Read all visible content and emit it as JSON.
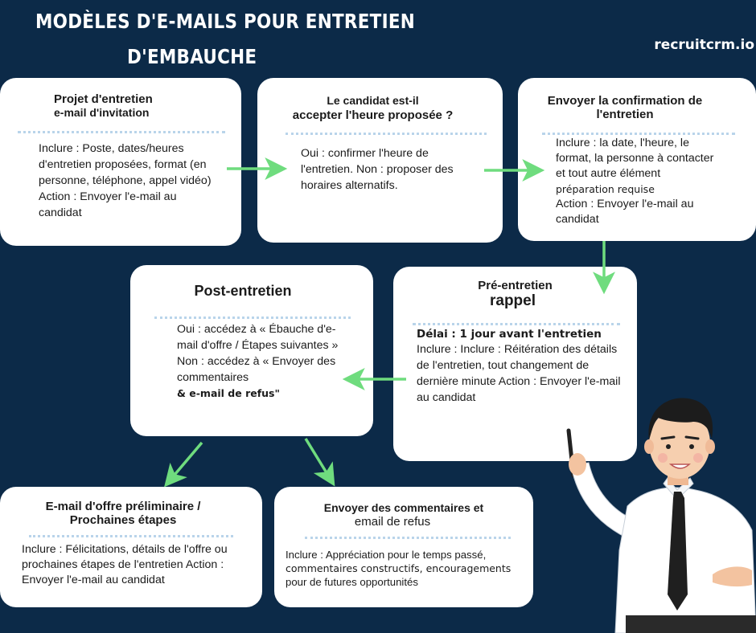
{
  "title": {
    "line1": "MODÈLES D'E-MAILS POUR ENTRETIEN",
    "line2": "D'EMBAUCHE"
  },
  "brand": "recruitcrm.io",
  "colors": {
    "background": "#0c2a48",
    "card": "#ffffff",
    "arrow": "#6fdc7e",
    "separator": "#b9d4ea"
  },
  "cards": {
    "invitation": {
      "title_line1": "Projet d'entretien",
      "title_line2": "e-mail d'invitation",
      "body": "Inclure : Poste, dates/heures d'entretien proposées, format (en personne, téléphone, appel vidéo) Action : Envoyer l'e-mail au candidat"
    },
    "acceptance": {
      "title_line1": "Le candidat est-il",
      "title_line2": "accepter l'heure proposée ?",
      "body": "Oui : confirmer l'heure de l'entretien. Non : proposer des horaires alternatifs."
    },
    "confirmation": {
      "title_line1": "Envoyer la confirmation de",
      "title_line2": "l'entretien",
      "body_line1": "Inclure : la date, l'heure, le format, la personne à contacter et tout autre élément",
      "body_line2": "préparation requise",
      "body_line3": "Action : Envoyer l'e-mail au candidat"
    },
    "reminder": {
      "title_line1": "Pré-entretien",
      "title_line2": "rappel",
      "delay": "Délai : 1 jour avant l'entretien",
      "body": "Inclure : Inclure : Réitération des détails de l'entretien, tout changement de dernière minute Action : Envoyer l'e-mail au candidat"
    },
    "post": {
      "title": "Post-entretien",
      "body": "Oui : accédez à « Ébauche d'e-mail d'offre / Étapes suivantes » Non : accédez à « Envoyer des commentaires",
      "body_end": "& e-mail de refus\""
    },
    "offer": {
      "title_line1": "E-mail d'offre préliminaire /",
      "title_line2": "Prochaines étapes",
      "body": "Inclure : Félicitations, détails de l'offre ou prochaines étapes de l'entretien Action : Envoyer l'e-mail au candidat"
    },
    "rejection": {
      "title_line1": "Envoyer des commentaires et",
      "title_line2": "email de refus",
      "body_line1": "Inclure : Appréciation pour le temps passé,",
      "body_line2": "commentaires constructifs, encouragements",
      "body_line3": "pour de futures opportunités"
    }
  },
  "illustration": "presenter-man-pointing"
}
